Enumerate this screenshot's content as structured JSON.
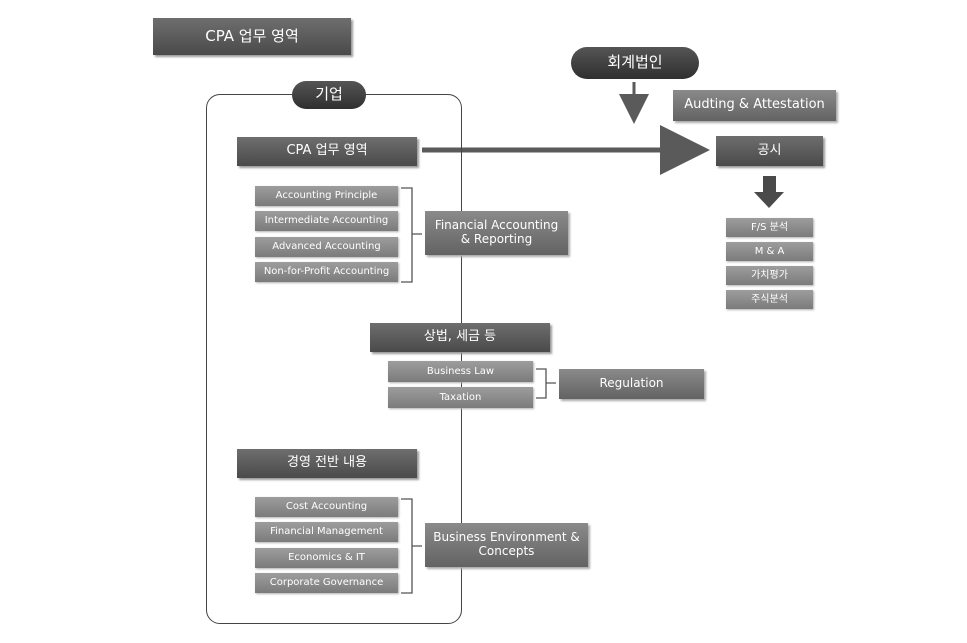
{
  "title": "CPA 업무 영역",
  "firm": {
    "label": "회계법인",
    "service": "Audting & Attestation"
  },
  "disclosure": {
    "label": "공시",
    "items": [
      "F/S 분석",
      "M & A",
      "가치평가",
      "주식분석"
    ]
  },
  "company": {
    "label": "기업",
    "section1": {
      "header": "CPA 업무 영역",
      "items": [
        "Accounting Principle",
        "Intermediate Accounting",
        "Advanced Accounting",
        "Non-for-Profit Accounting"
      ],
      "group": "Financial Accounting & Reporting"
    },
    "section2": {
      "header": "상법, 세금 등",
      "items": [
        "Business Law",
        "Taxation"
      ],
      "group": "Regulation"
    },
    "section3": {
      "header": "경영 전반 내용",
      "items": [
        "Cost Accounting",
        "Financial Management",
        "Economics & IT",
        "Corporate Governance"
      ],
      "group": "Business Environment & Concepts"
    }
  }
}
